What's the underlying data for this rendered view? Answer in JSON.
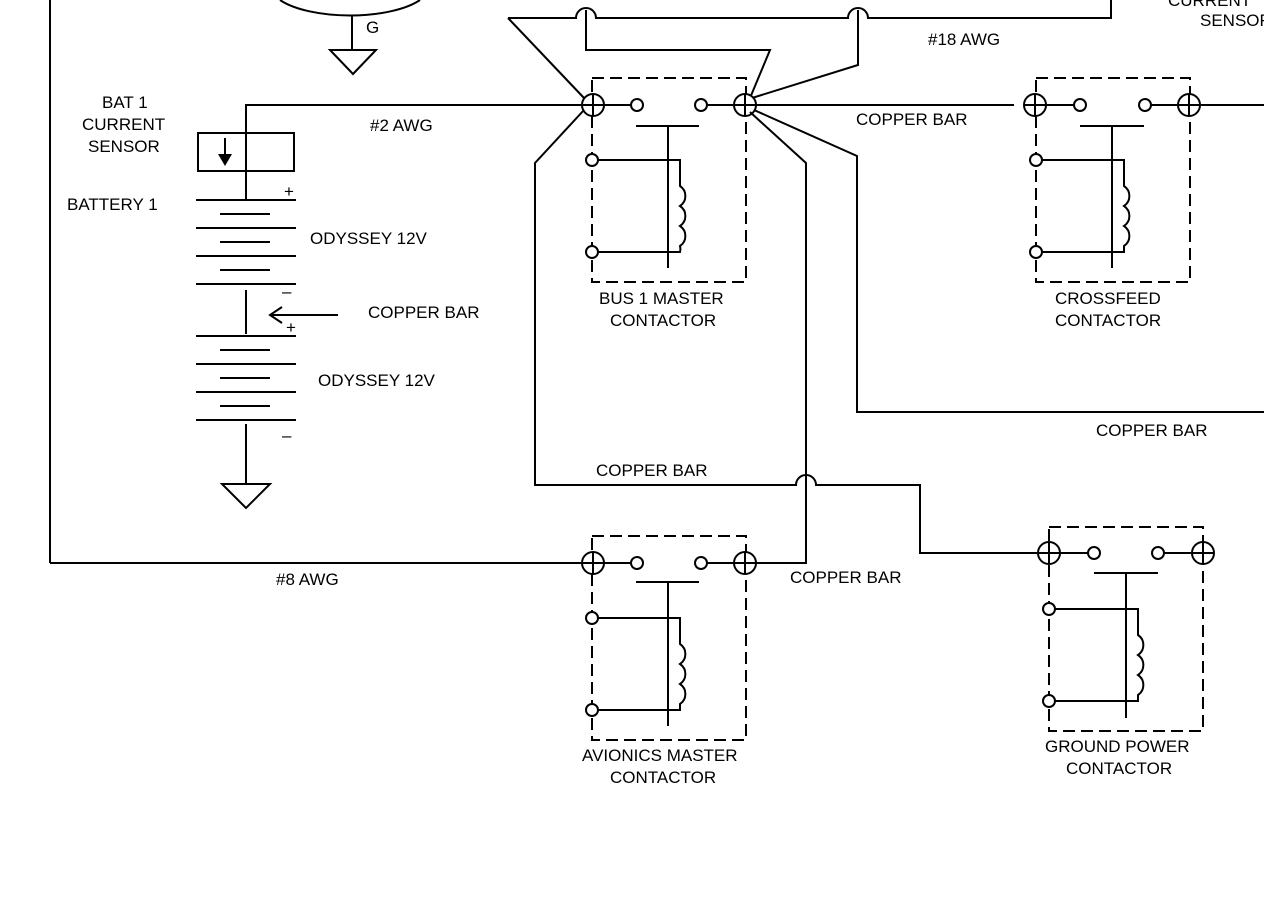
{
  "labels": {
    "ground_g": "G",
    "current_sensor_top": "CURRENT",
    "sensor_top": "SENSOR",
    "awg18": "#18 AWG",
    "bat1_l1": "BAT 1",
    "bat1_l2": "CURRENT",
    "bat1_l3": "SENSOR",
    "awg2": "#2 AWG",
    "battery1": "BATTERY 1",
    "odyssey_a": "ODYSSEY 12V",
    "odyssey_b": "ODYSSEY 12V",
    "copper_bar_mid": "COPPER BAR",
    "copper_bar_top": "COPPER BAR",
    "copper_bar_right": "COPPER BAR",
    "copper_bar_center": "COPPER BAR",
    "copper_bar_lower": "COPPER BAR",
    "awg8": "#8 AWG",
    "plus_a": "+",
    "minus_a": "–",
    "plus_b": "+",
    "minus_b": "–"
  },
  "contactors": {
    "bus1": {
      "line1": "BUS 1 MASTER",
      "line2": "CONTACTOR"
    },
    "crossfeed": {
      "line1": "CROSSFEED",
      "line2": "CONTACTOR"
    },
    "avionics": {
      "line1": "AVIONICS MASTER",
      "line2": "CONTACTOR"
    },
    "ground_power": {
      "line1": "GROUND POWER",
      "line2": "CONTACTOR"
    }
  }
}
